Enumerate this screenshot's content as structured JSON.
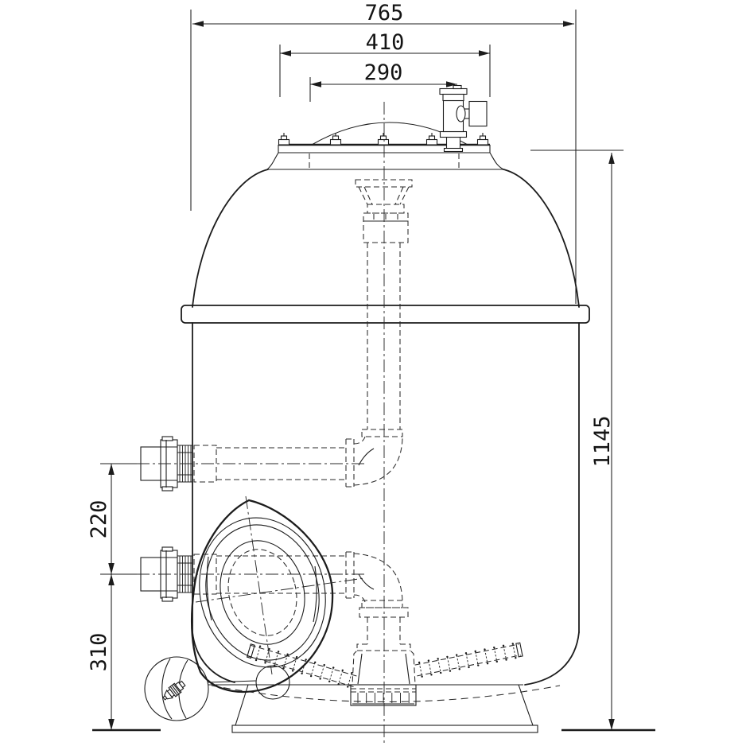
{
  "drawing": {
    "title": "filter-tank-technical-drawing",
    "line_color": "#1c1c1c",
    "background": "#ffffff"
  },
  "labels": {
    "overall_width": "765",
    "lid_flange_width": "410",
    "valve_offset": "290",
    "overall_height": "1145",
    "port_spacing": "220",
    "lower_port_height": "310"
  }
}
